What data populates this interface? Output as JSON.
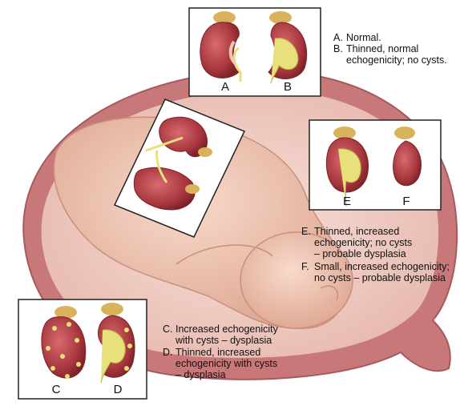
{
  "diagram": {
    "panels": [
      {
        "id": "A",
        "letter": "A"
      },
      {
        "id": "B",
        "letter": "B"
      },
      {
        "id": "C",
        "letter": "C"
      },
      {
        "id": "D",
        "letter": "D"
      },
      {
        "id": "E",
        "letter": "E"
      },
      {
        "id": "F",
        "letter": "F"
      }
    ],
    "captions": {
      "A": {
        "key": "A.",
        "text": "Normal."
      },
      "B": {
        "key": "B.",
        "text": "Thinned, normal\nechogenicity; no cysts."
      },
      "C": {
        "key": "C.",
        "text": "Increased echogenicity\nwith cysts – dysplasia"
      },
      "D": {
        "key": "D.",
        "text": "Thinned, increased\nechogenicity with cysts\n– dysplasia"
      },
      "E": {
        "key": "E.",
        "text": "Thinned, increased\nechogenicity; no cysts\n– probable dysplasia"
      },
      "F": {
        "key": "F.",
        "text": "Small, increased echogenicity;\nno cysts – probable dysplasia"
      }
    },
    "colors": {
      "uterus_wall": "#c9787a",
      "uterus_inner": "#f3d6cf",
      "fetus_skin": "#edbfae",
      "kidney": "#a8373e",
      "kidney_rim": "#7e2228",
      "collecting_system": "#e8e07a",
      "adrenal": "#d8b35c",
      "panel_border": "#222222"
    }
  }
}
